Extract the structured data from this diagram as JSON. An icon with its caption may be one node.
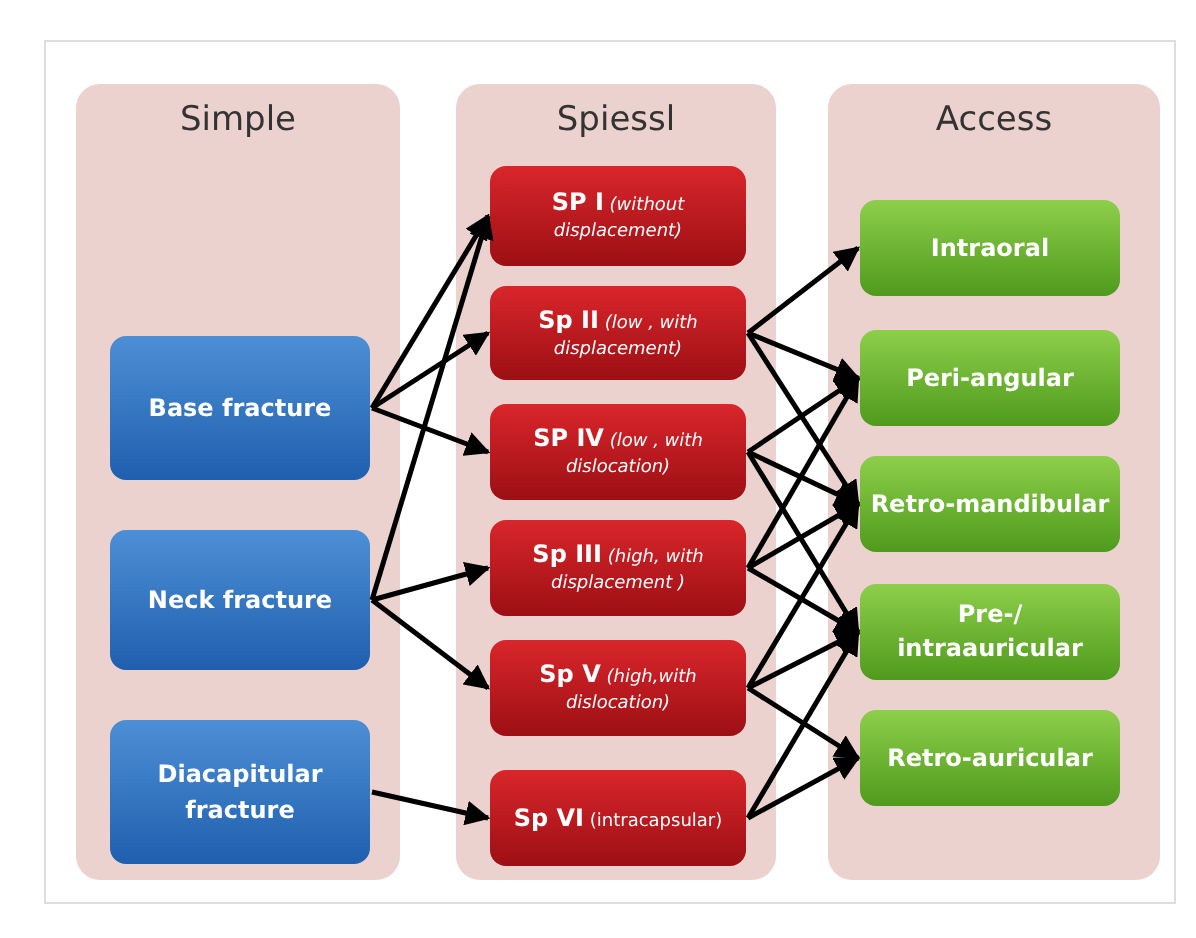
{
  "diagram": {
    "nodes": [
      {
        "text": [
          "Simple"
        ]
      },
      {
        "text": [
          "Base fracture"
        ],
        "in": 0
      },
      {
        "text": [
          "Neck fracture"
        ],
        "in": 0
      },
      {
        "text": [
          "Diacapitular fracture"
        ],
        "in": 0
      },
      {
        "text": [
          "Spiessl"
        ]
      },
      {
        "text": [
          "**SP I** *(without displacement)*"
        ],
        "in": 4
      },
      {
        "text": [
          "**Sp II** *(low , with displacement)*"
        ],
        "in": 4
      },
      {
        "text": [
          "**SP IV** *(low , with dislocation)*"
        ],
        "in": 4
      },
      {
        "text": [
          "**Sp III** *(high, with displacement )*"
        ],
        "in": 4
      },
      {
        "text": [
          "**Sp V** *(high,with dislocation)*"
        ],
        "in": 4
      },
      {
        "text": [
          "**Sp VI** (intracapsular)"
        ],
        "in": 4
      },
      {
        "text": [
          "Access"
        ]
      },
      {
        "text": [
          "Intraoral"
        ],
        "in": 11
      },
      {
        "text": [
          "Peri-angular"
        ],
        "in": 11
      },
      {
        "text": [
          "Retro-mandibular"
        ],
        "in": 11
      },
      {
        "text": [
          "Pre-/ intraauricular"
        ],
        "in": 11
      },
      {
        "text": [
          "Retro-auricular"
        ],
        "in": 11
      }
    ],
    "edges": [
      {
        "from": 1,
        "to": 5,
        "arrow": "to"
      },
      {
        "from": 1,
        "to": 6,
        "arrow": "to"
      },
      {
        "from": 1,
        "to": 7,
        "arrow": "to"
      },
      {
        "from": 2,
        "to": 5,
        "arrow": "to"
      },
      {
        "from": 2,
        "to": 8,
        "arrow": "to"
      },
      {
        "from": 2,
        "to": 9,
        "arrow": "to"
      },
      {
        "from": 3,
        "to": 10,
        "arrow": "to"
      },
      {
        "from": 6,
        "to": 12,
        "arrow": "to"
      },
      {
        "from": 6,
        "to": 13,
        "arrow": "to"
      },
      {
        "from": 6,
        "to": 14,
        "arrow": "to"
      },
      {
        "from": 7,
        "to": 13,
        "arrow": "to"
      },
      {
        "from": 7,
        "to": 14,
        "arrow": "to"
      },
      {
        "from": 7,
        "to": 15,
        "arrow": "to"
      },
      {
        "from": 8,
        "to": 13,
        "arrow": "to"
      },
      {
        "from": 8,
        "to": 14,
        "arrow": "to"
      },
      {
        "from": 8,
        "to": 15,
        "arrow": "to"
      },
      {
        "from": 9,
        "to": 14,
        "arrow": "to"
      },
      {
        "from": 9,
        "to": 15,
        "arrow": "to"
      },
      {
        "from": 9,
        "to": 16,
        "arrow": "to"
      },
      {
        "from": 10,
        "to": 15,
        "arrow": "to"
      },
      {
        "from": 10,
        "to": 16,
        "arrow": "to"
      }
    ]
  }
}
